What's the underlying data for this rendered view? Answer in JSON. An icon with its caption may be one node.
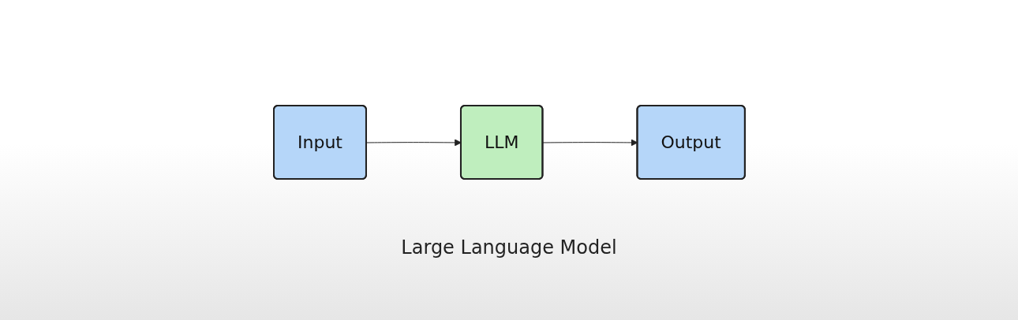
{
  "diagram": {
    "nodes": [
      {
        "text": [
          "Input"
        ]
      },
      {
        "text": [
          "LLM"
        ],
        "beside": [
          "Large Language Model"
        ]
      },
      {
        "text": [
          "Output"
        ]
      }
    ],
    "edges": [
      {
        "from": 0,
        "to": 1,
        "arrow": "to"
      },
      {
        "from": 1,
        "to": 2,
        "arrow": "to"
      }
    ]
  }
}
